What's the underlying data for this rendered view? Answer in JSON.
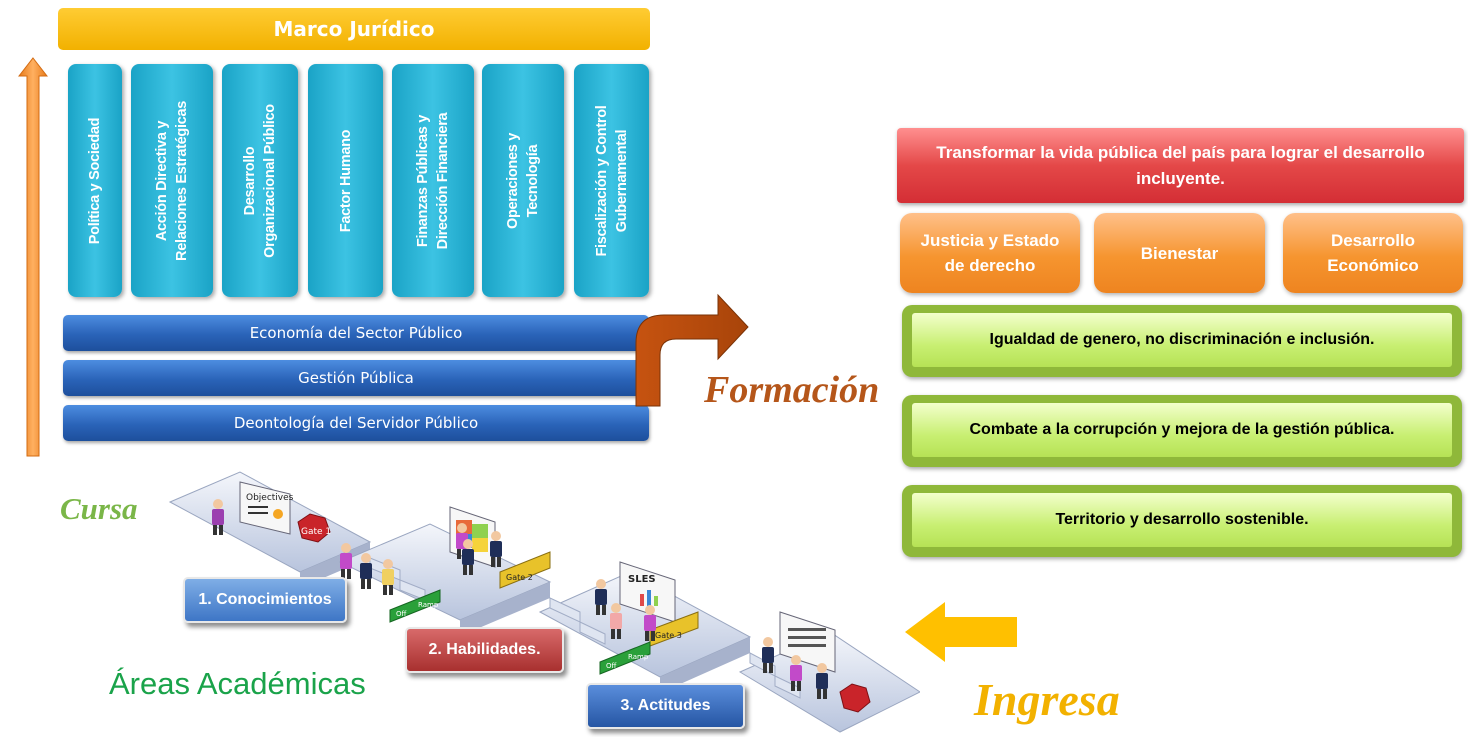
{
  "top_banner": "Marco Jurídico",
  "pillars": [
    {
      "lines": [
        "Política y Sociedad"
      ]
    },
    {
      "lines": [
        "Acción Directiva y",
        "Relaciones Estratégicas"
      ]
    },
    {
      "lines": [
        "Desarrollo",
        "Organizacional Público"
      ]
    },
    {
      "lines": [
        "Factor Humano"
      ]
    },
    {
      "lines": [
        "Finanzas Públicas y",
        "Dirección Financiera"
      ]
    },
    {
      "lines": [
        "Operaciones y",
        "Tecnología"
      ]
    },
    {
      "lines": [
        "Fiscalización y Control",
        "Gubernamental"
      ]
    }
  ],
  "bars": [
    "Economía del Sector Público",
    "Gestión Pública",
    "Deontología del Servidor Público"
  ],
  "labels": {
    "formacion": "Formación",
    "cursa": "Cursa",
    "ingresa": "Ingresa",
    "areas": "Áreas Académicas"
  },
  "vision": "Transformar la vida pública del país para lograr el desarrollo incluyente.",
  "pillars_right": [
    {
      "lines": [
        "Justicia y Estado",
        "de derecho"
      ]
    },
    {
      "lines": [
        "Bienestar"
      ]
    },
    {
      "lines": [
        "Desarrollo",
        "Económico"
      ]
    }
  ],
  "axes": [
    "Igualdad de genero, no discriminación e inclusión.",
    "Combate a la corrupción y mejora de la gestión pública.",
    "Territorio y desarrollo sostenible."
  ],
  "steps": [
    "1. Conocimientos",
    "2. Habilidades.",
    "3. Actitudes"
  ],
  "illustration": {
    "screen_1": "Objectives",
    "screen_2": "SLES",
    "gates": [
      "Gate 1",
      "Gate 2",
      "Gate 3"
    ],
    "ramp": [
      "Off",
      "Ramp"
    ]
  },
  "colors": {
    "banner": "#f2b100",
    "pillar": "#2ab4d6",
    "bar": "#2a63b8",
    "vision": "#d42e35",
    "right_pillar": "#f6952f",
    "axis": "#8fb83a",
    "formacion": "#b5561a",
    "cursa": "#7ab648",
    "ingresa": "#f2b100",
    "areas": "#1aa34a",
    "step1": "#5b8fd6",
    "step2": "#b83a3a",
    "step3": "#2f66b4"
  }
}
